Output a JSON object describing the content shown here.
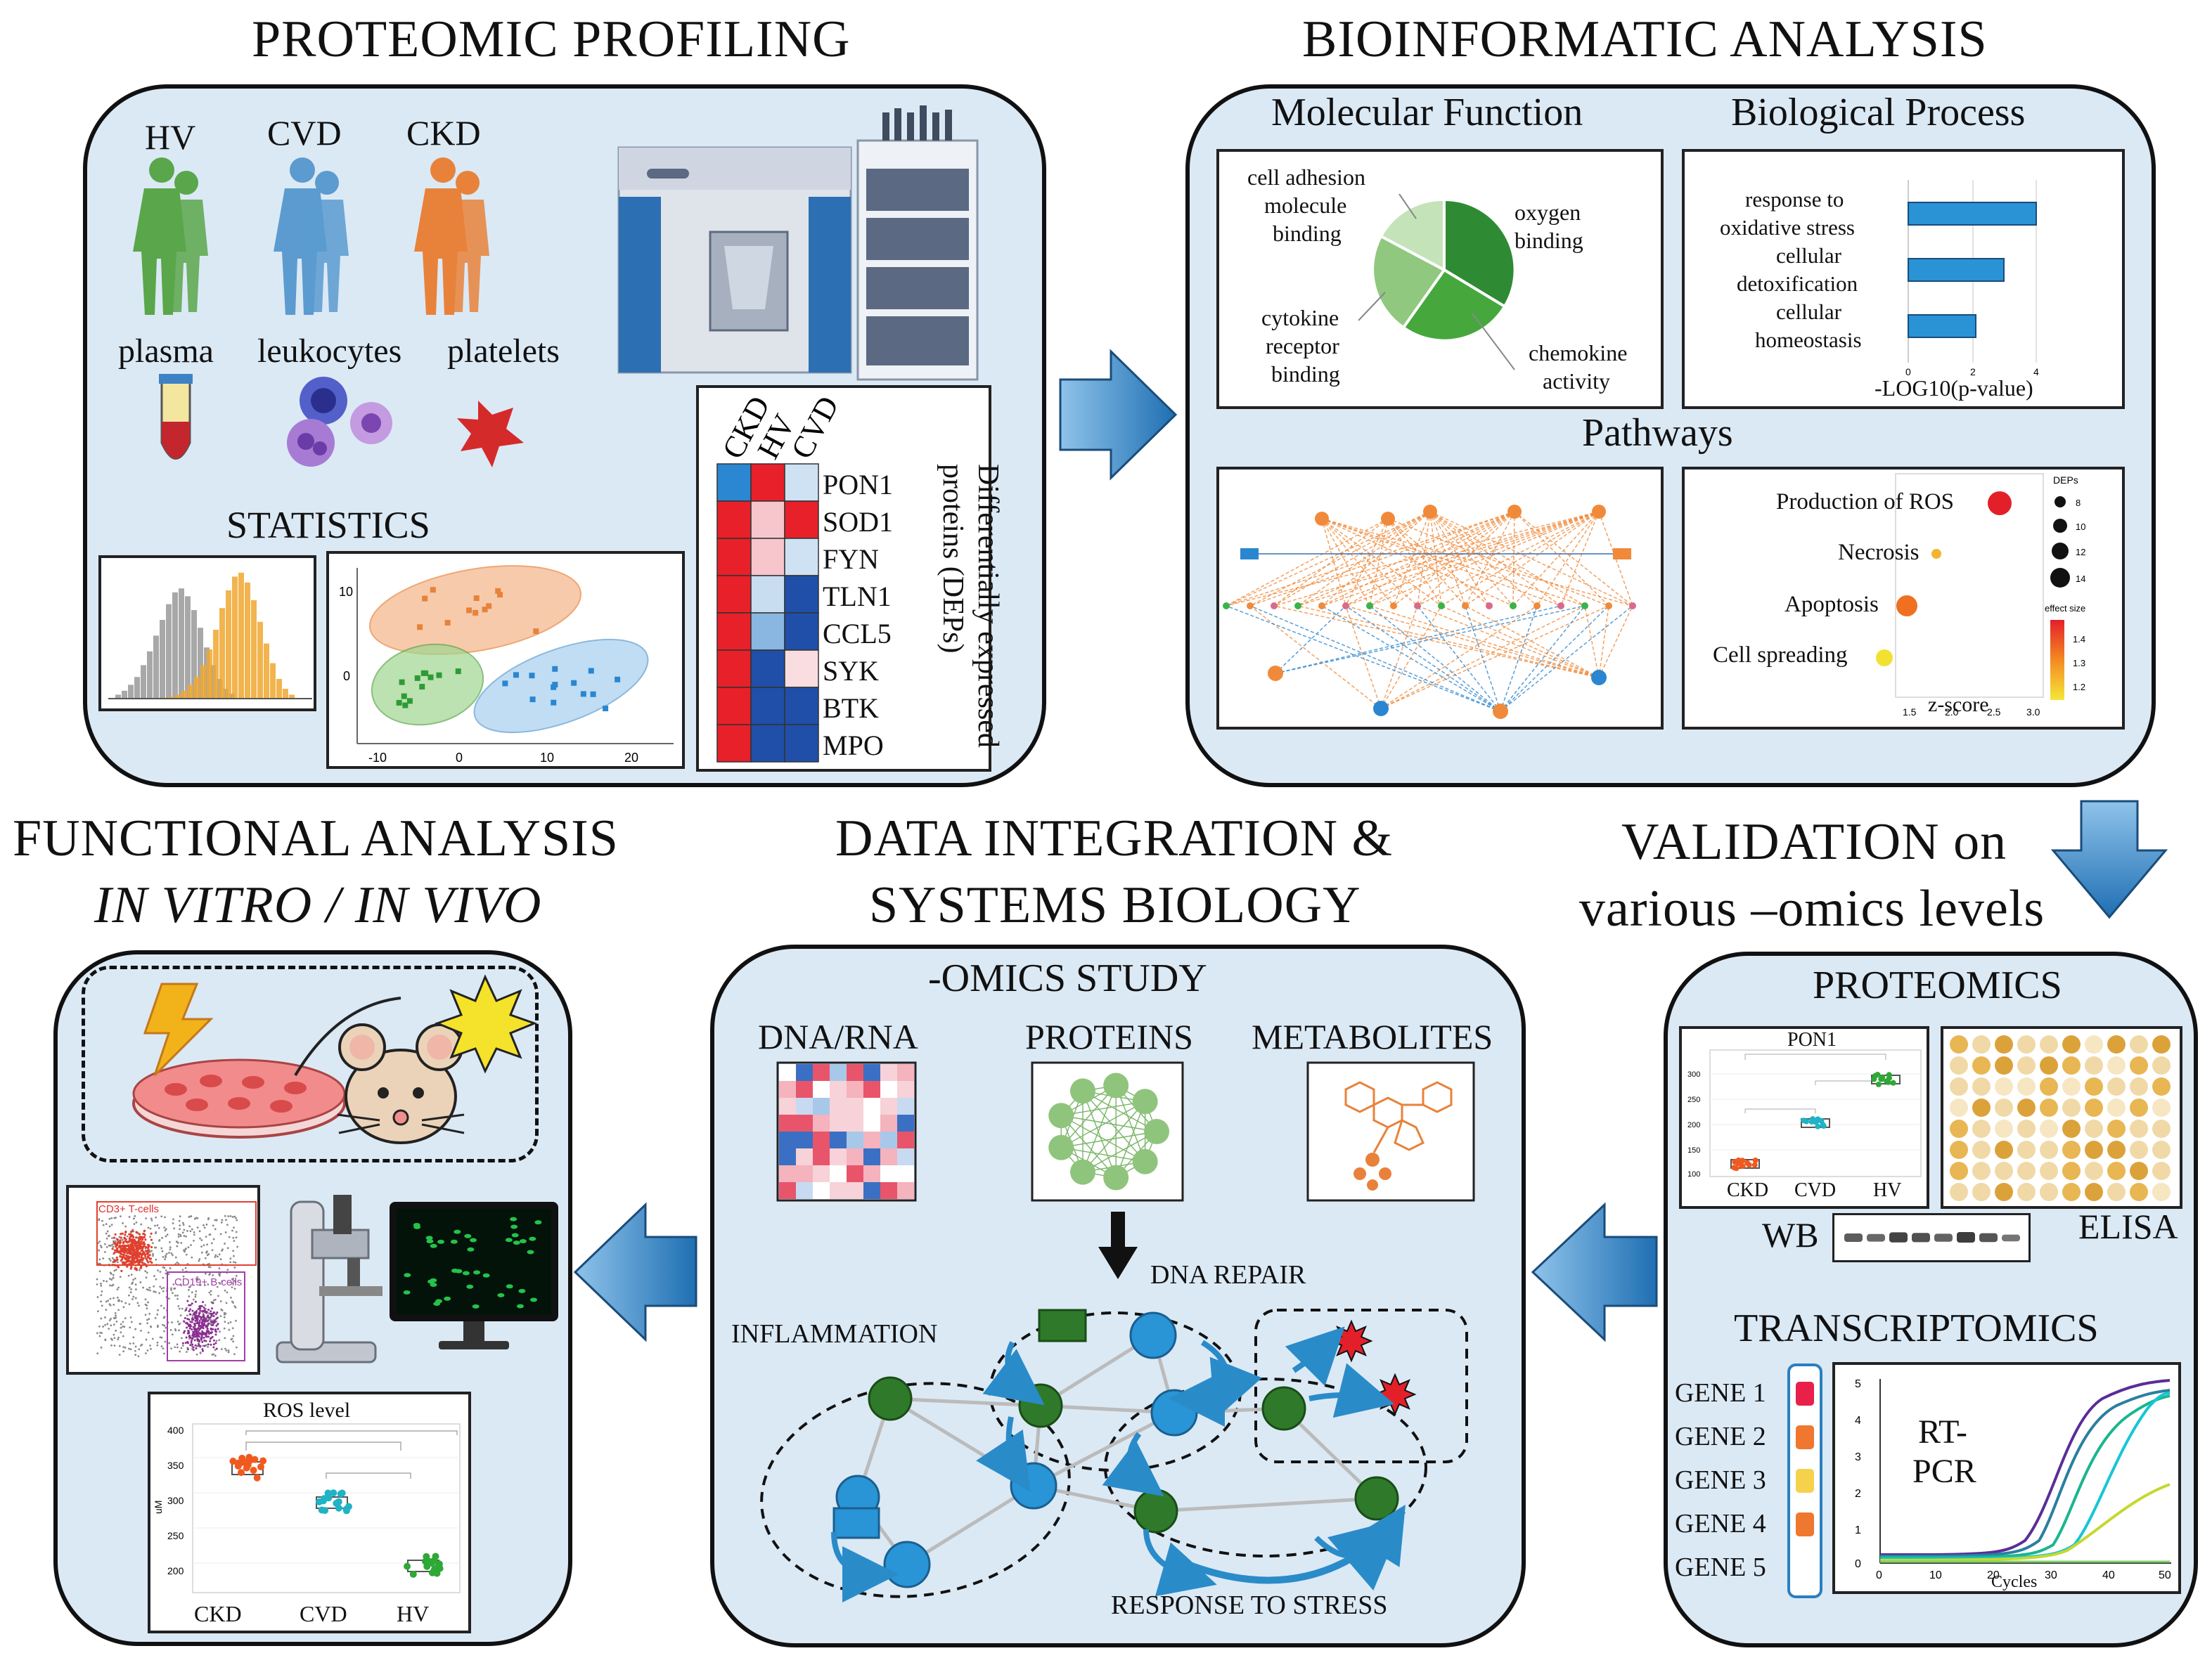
{
  "titles": {
    "proteomic": "PROTEOMIC PROFILING",
    "bioinfo": "BIOINFORMATIC ANALYSIS",
    "functional_1": "FUNCTIONAL ANALYSIS",
    "functional_2": "IN VITRO / IN VIVO",
    "integration_1": "DATA INTEGRATION &",
    "integration_2": "SYSTEMS BIOLOGY",
    "validation_1": "VALIDATION on",
    "validation_2": "various –omics levels"
  },
  "profiling": {
    "groups": [
      "HV",
      "CVD",
      "CKD"
    ],
    "samples": [
      "plasma",
      "leukocytes",
      "platelets"
    ],
    "statistics": "STATISTICS",
    "heatmap_cols": [
      "CKD",
      "HV",
      "CVD"
    ],
    "heatmap_rows": [
      "PON1",
      "SOD1",
      "FYN",
      "TLN1",
      "CCL5",
      "SYK",
      "BTK",
      "MPO"
    ],
    "heatmap_caption_1": "Differentially expressed",
    "heatmap_caption_2": "proteins (DEPs)",
    "scatter_ticks_x": [
      "-10",
      "0",
      "10",
      "20"
    ],
    "scatter_ticks_y": [
      "10",
      "0"
    ]
  },
  "bioinfo": {
    "mf_title": "Molecular Function",
    "bp_title": "Biological Process",
    "mf_labels": [
      "cell adhesion",
      "molecule",
      "binding",
      "oxygen",
      "binding",
      "cytokine",
      "receptor",
      "binding",
      "chemokine",
      "activity"
    ],
    "bp_labels": [
      "response to",
      "oxidative stress",
      "cellular",
      "detoxification",
      "cellular",
      "homeostasis"
    ],
    "bp_xlabel": "-LOG10(p-value)",
    "bp_ticks": [
      "0",
      "2",
      "4"
    ],
    "pathways": "Pathways",
    "dot_labels": [
      "Production of ROS",
      "Necrosis",
      "Apoptosis",
      "Cell spreading"
    ],
    "dot_xlabel": "z-score",
    "dot_xticks": [
      "1.5",
      "2.0",
      "2.5",
      "3.0"
    ],
    "deps_legend": "DEPs",
    "deps_values": [
      "8",
      "10",
      "12",
      "14"
    ],
    "effect_legend": "effect size",
    "effect_values": [
      "1.4",
      "1.3",
      "1.2"
    ]
  },
  "integration": {
    "omics_title": "-OMICS STUDY",
    "omics_cols": [
      "DNA/RNA",
      "PROTEINS",
      "METABOLITES"
    ],
    "labels": [
      "INFLAMMATION",
      "DNA REPAIR",
      "RESPONSE TO STRESS"
    ]
  },
  "functional": {
    "flow_labels": [
      "CD3+ T-cells",
      "CD19+ B-cells"
    ],
    "ros_title": "ROS level",
    "ros_groups": [
      "CKD",
      "CVD",
      "HV"
    ],
    "ros_yticks": [
      "400",
      "350",
      "300",
      "250",
      "200"
    ],
    "ros_ylabel": "uM"
  },
  "validation": {
    "proteomics": "PROTEOMICS",
    "pon1": "PON1",
    "pon_groups": [
      "CKD",
      "CVD",
      "HV"
    ],
    "pon_yticks": [
      "300",
      "250",
      "200",
      "150",
      "100"
    ],
    "wb": "WB",
    "elisa": "ELISA",
    "transcriptomics": "TRANSCRIPTOMICS",
    "genes": [
      "GENE 1",
      "GENE 2",
      "GENE 3",
      "GENE 4",
      "GENE 5"
    ],
    "rtpcr_1": "RT-",
    "rtpcr_2": "PCR",
    "cycles": "Cycles",
    "pcr_xticks": [
      "0",
      "10",
      "20",
      "30",
      "40",
      "50"
    ],
    "pcr_yticks": [
      "5",
      "4",
      "3",
      "2",
      "1",
      "0"
    ]
  },
  "colors": {
    "panel": "#dbe9f5",
    "arrow": "#2e86c6",
    "hv": "#5aa64a",
    "cvd": "#5b9bd0",
    "ckd": "#e8823b",
    "red": "#e3202a",
    "blue": "#1f4fa8",
    "green_node": "#2f7a2a",
    "blue_node": "#2994d6"
  }
}
